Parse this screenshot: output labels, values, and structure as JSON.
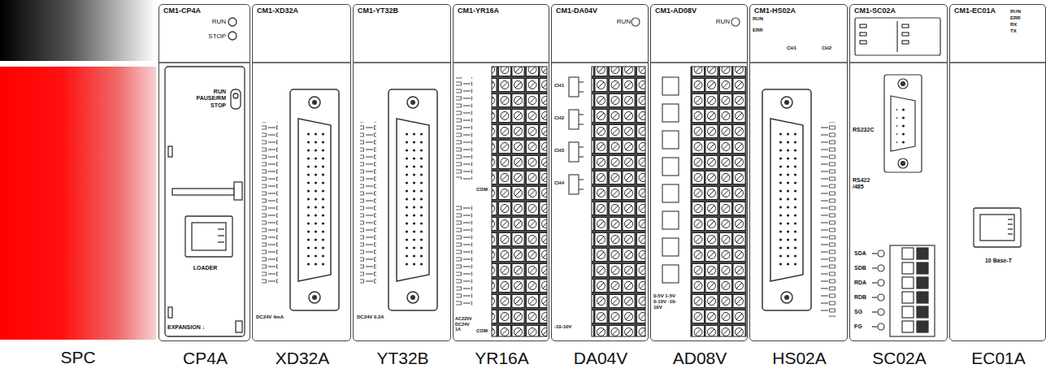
{
  "diagram": {
    "nodes": [
      {
        "text": [
          "SPC"
        ]
      },
      {
        "text": [
          "CM1-CP4A",
          "RUN",
          "STOP",
          "RUN PAUSE/RM STOP",
          "LOADER",
          "EXPANSION ↓",
          "CP4A"
        ]
      },
      {
        "text": [
          "CM1-XD32A",
          "DC24V 4mA",
          "XD32A"
        ]
      },
      {
        "text": [
          "CM1-YT32B",
          "DC24V 0.2A",
          "YT32B"
        ]
      },
      {
        "text": [
          "CM1-YR16A",
          "COM",
          "COM",
          "AC220V DC24V 1A",
          "YR16A"
        ]
      },
      {
        "text": [
          "CM1-DA04V",
          "RUN",
          "CH1",
          "CH2",
          "CH3",
          "CH4",
          "-10-10V",
          "DA04V"
        ]
      },
      {
        "text": [
          "CM1-AD08V",
          "RUN",
          "0-5V 1-5V 0-10V -10-10V",
          "AD08V"
        ]
      },
      {
        "text": [
          "CM1-HS02A",
          "RUN",
          "ERR",
          "CH1",
          "CH2",
          "HS02A"
        ]
      },
      {
        "text": [
          "CM1-SC02A",
          "RS232C",
          "RS422 /485",
          "SDA",
          "SDB",
          "RDA",
          "RDB",
          "SG",
          "FG",
          "SC02A"
        ]
      },
      {
        "text": [
          "CM1-EC01A",
          "RUN",
          "ERR",
          "RX",
          "TX",
          "10 Base-T",
          "EC01A"
        ]
      }
    ]
  }
}
